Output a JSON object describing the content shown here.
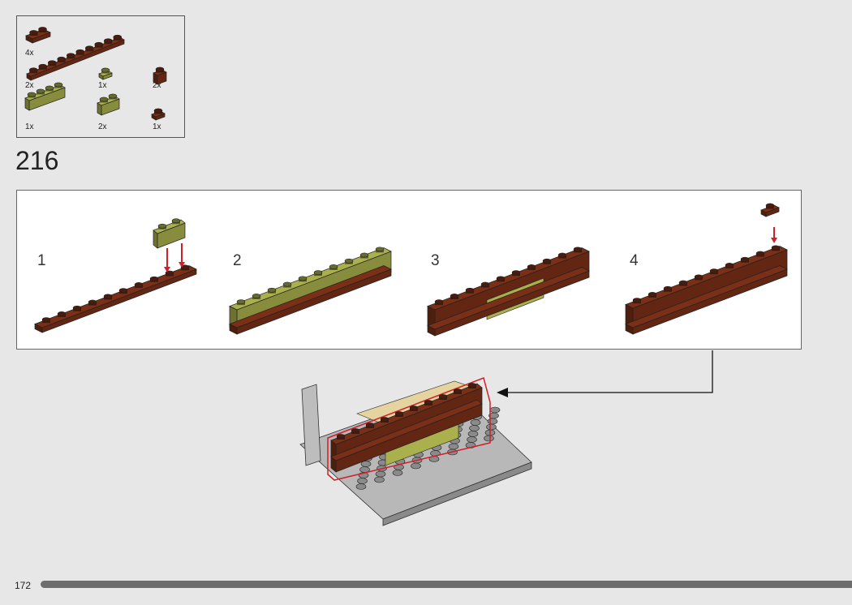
{
  "parts_list": {
    "items": [
      {
        "name": "brown-plate-2x2-corner",
        "qty": "4x"
      },
      {
        "name": "brown-plate-1x10",
        "qty": "2x"
      },
      {
        "name": "olive-plate-1x1",
        "qty": "1x"
      },
      {
        "name": "brown-brick-1x1",
        "qty": "2x"
      },
      {
        "name": "olive-brick-1x4",
        "qty": "1x"
      },
      {
        "name": "olive-masonry-brick-1x2",
        "qty": "2x"
      },
      {
        "name": "brown-plate-clip",
        "qty": "1x"
      }
    ]
  },
  "step": {
    "number": "216",
    "substeps": [
      {
        "label": "1"
      },
      {
        "label": "2"
      },
      {
        "label": "3"
      },
      {
        "label": "4"
      }
    ]
  },
  "footer": {
    "page_number": "172"
  },
  "colors": {
    "brown": "#7a2f16",
    "olive": "#a9b04c",
    "gray": "#b8b8b8",
    "arrow_red": "#d0202a"
  }
}
